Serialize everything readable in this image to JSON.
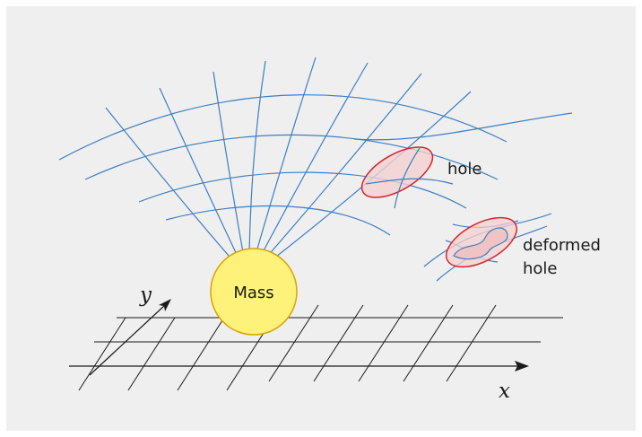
{
  "labels": {
    "mass": "Mass",
    "hole": "hole",
    "deformed_line1": "deformed",
    "deformed_line2": "hole",
    "x_axis": "x",
    "y_axis": "y"
  },
  "colors": {
    "background": "#efefef",
    "grid_blue": "#3b7fc4",
    "flat_grid": "#1a1a1a",
    "mass_fill": "#fff27a",
    "mass_stroke": "#d9a400",
    "hole_stroke": "#d9242c",
    "hole_fill": "#f4d0cf"
  }
}
